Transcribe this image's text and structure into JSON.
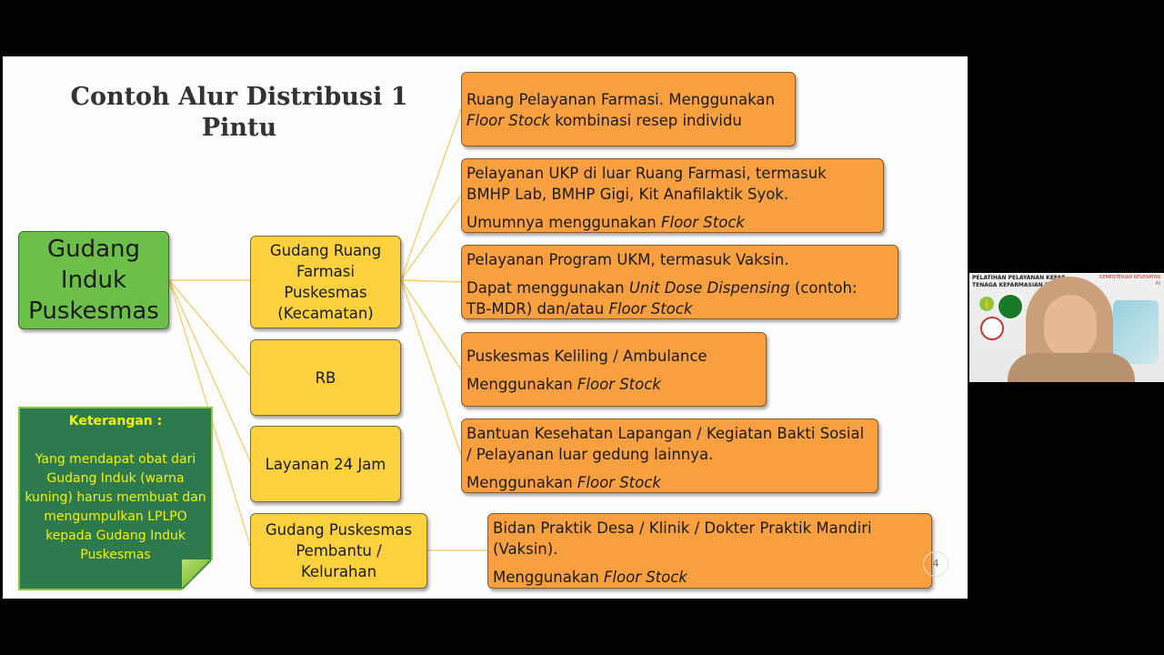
{
  "slide": {
    "title": "Contoh Alur Distribusi 1 Pintu",
    "main_node": "Gudang Induk Puskesmas",
    "yellow_nodes": [
      "Gudang Ruang Farmasi Puskesmas (Kecamatan)",
      "RB",
      "Layanan 24 Jam",
      "Gudang Puskesmas Pembantu / Kelurahan"
    ],
    "orange_nodes": [
      {
        "line1": "Ruang Pelayanan Farmasi. Menggunakan",
        "line2_italic": "Floor Stock",
        "line2_rest": " kombinasi resep individu"
      },
      {
        "line1": "Pelayanan UKP di luar Ruang Farmasi, termasuk",
        "line2": "BMHP Lab, BMHP Gigi, Kit Anafilaktik Syok.",
        "line3_prefix": "Umumnya menggunakan ",
        "line3_italic": "Floor Stock"
      },
      {
        "line1": "Pelayanan Program UKM, termasuk Vaksin.",
        "line2_prefix": "Dapat menggunakan ",
        "line2_italic": "Unit Dose Dispensing",
        "line2_suffix": " (contoh:",
        "line3_prefix": "TB-MDR) dan/atau ",
        "line3_italic": "Floor Stock"
      },
      {
        "line1": "Puskesmas Keliling / Ambulance",
        "line2_prefix": "Menggunakan ",
        "line2_italic": "Floor Stock"
      },
      {
        "line1": "Bantuan Kesehatan Lapangan / Kegiatan Bakti Sosial",
        "line2": "/ Pelayanan luar gedung lainnya.",
        "line3_prefix": "Menggunakan ",
        "line3_italic": "Floor Stock"
      },
      {
        "line1": "Bidan Praktik Desa / Klinik / Dokter Praktik Mandiri",
        "line2": "(Vaksin).",
        "line3_prefix": "Menggunakan ",
        "line3_italic": "Floor Stock"
      }
    ],
    "note": {
      "heading": "Keterangan :",
      "body": "Yang mendapat obat dari Gudang Induk (warna kuning) harus membuat dan mengumpulkan LPLPO kepada Gudang Induk Puskesmas"
    },
    "page_number": "4"
  },
  "webcam": {
    "caption_left": "PELATIHAN PELAYANAN KEFAR... TENAGA KEFARMASIAN DI PU...",
    "caption_right": "KEMENTERIAN KESEHATAN RI"
  },
  "colors": {
    "green_node": "#6cc04a",
    "yellow_node": "#fbd13e",
    "orange_node": "#f8a040",
    "note_bg": "#2c7a4e",
    "note_text": "#f4f200",
    "connector": "#f5c95a"
  }
}
